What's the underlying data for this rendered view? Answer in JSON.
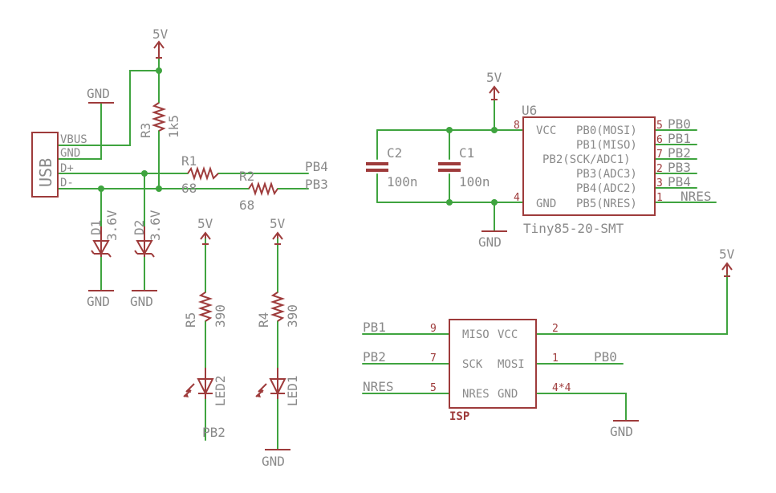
{
  "labels": {
    "vcc": "5V",
    "gnd": "GND",
    "usb": "USB",
    "usb_vbus": "VBUS",
    "usb_gnd": "GND",
    "usb_dp": "D+",
    "usb_dm": "D-",
    "r3_name": "R3",
    "r3_value": "1k5",
    "r1_name": "R1",
    "r1_value": "68",
    "r2_name": "R2",
    "r2_value": "68",
    "r5_name": "R5",
    "r5_value": "390",
    "r4_name": "R4",
    "r4_value": "390",
    "d1_name": "D1",
    "d1_value": "3.6V",
    "d2_name": "D2",
    "d2_value": "3.6V",
    "led2_name": "LED2",
    "led1_name": "LED1",
    "c2_name": "C2",
    "c2_value": "100n",
    "c1_name": "C1",
    "c1_value": "100n",
    "u6_name": "U6",
    "u6_part": "Tiny85-20-SMT",
    "isp_name": "ISP"
  },
  "nets": {
    "pb0": "PB0",
    "pb1": "PB1",
    "pb2": "PB2",
    "pb3": "PB3",
    "pb4": "PB4",
    "nres": "NRES"
  },
  "u6_pins": {
    "vcc": "VCC",
    "gnd": "GND",
    "pb0": "PB0(MOSI)",
    "pb1": "PB1(MISO)",
    "pb2": "PB2(SCK/ADC1)",
    "pb3": "PB3(ADC3)",
    "pb4": "PB4(ADC2)",
    "pb5": "PB5(NRES)",
    "num_vcc": "8",
    "num_gnd": "4",
    "num_pb0": "5",
    "num_pb1": "6",
    "num_pb2": "7",
    "num_pb3": "2",
    "num_pb4": "3",
    "num_pb5": "1"
  },
  "isp_pins": {
    "miso": "MISO",
    "vcc": "VCC",
    "sck": "SCK",
    "mosi": "MOSI",
    "nres": "NRES",
    "gnd": "GND",
    "num_miso": "9",
    "num_vcc": "2",
    "num_sck": "7",
    "num_mosi": "1",
    "num_nres": "5",
    "num_gnd": "4*4"
  }
}
